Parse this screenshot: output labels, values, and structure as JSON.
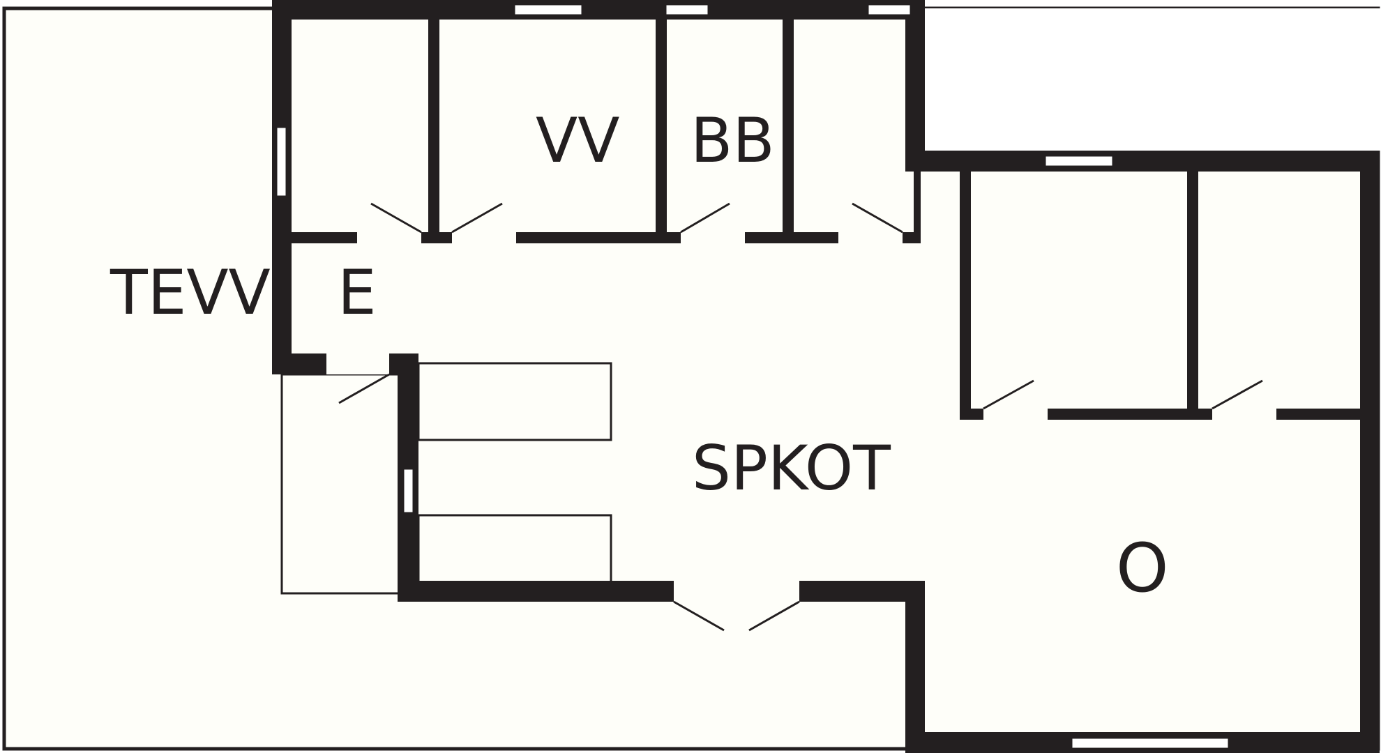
{
  "floorplan": {
    "colors": {
      "wall": "#231f20",
      "floor": "#fefef9",
      "opening": "#ffffff",
      "label": "#231f20"
    },
    "rooms": {
      "terrace": "TEVV",
      "entrance": "E",
      "closet": "VV",
      "bathroom": "BB",
      "living": "SPKOT",
      "office": "O"
    }
  }
}
